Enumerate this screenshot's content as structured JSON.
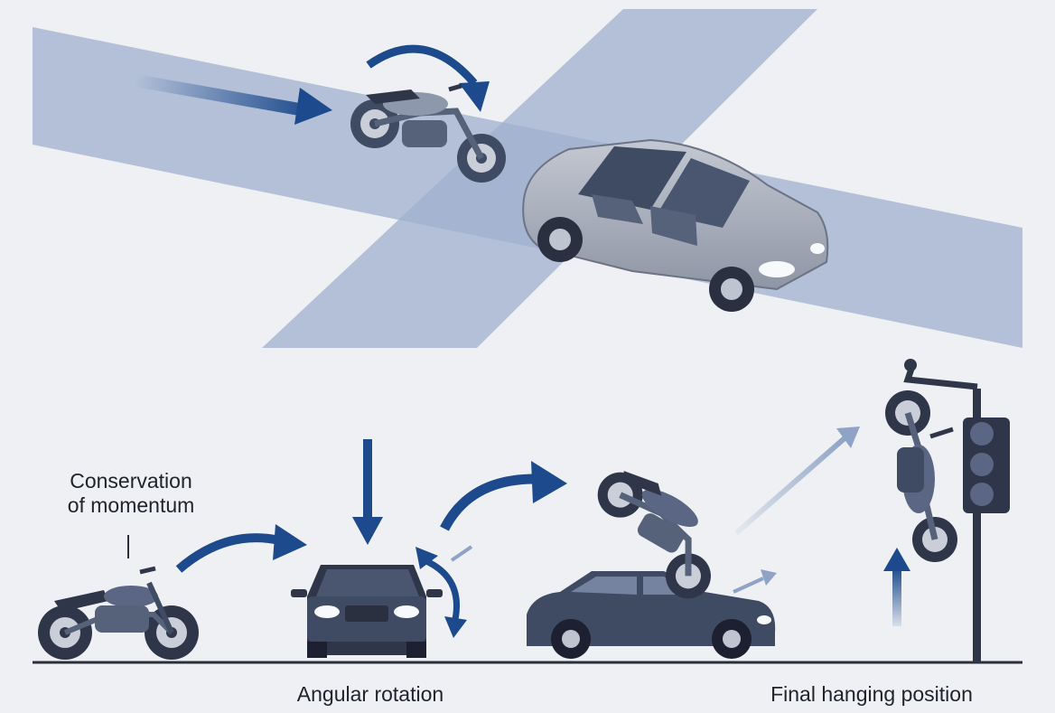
{
  "labels": {
    "conservation_line1": "Conservation",
    "conservation_line2": "of momentum",
    "angular_rotation": "Angular rotation",
    "final_position": "Final hanging position"
  },
  "colors": {
    "background": "#eef0f3",
    "road": "#9fb0cf",
    "arrow_dark": "#1d4a8c",
    "arrow_light": "#8ea3c6",
    "vehicle_light": "#a9afbb",
    "vehicle_dark": "#3f4a63",
    "ground_line": "#2b2f38"
  },
  "icons": [
    "motorcycle-icon",
    "car-icon",
    "traffic-light-icon",
    "curved-arrow-icon",
    "straight-arrow-icon"
  ]
}
